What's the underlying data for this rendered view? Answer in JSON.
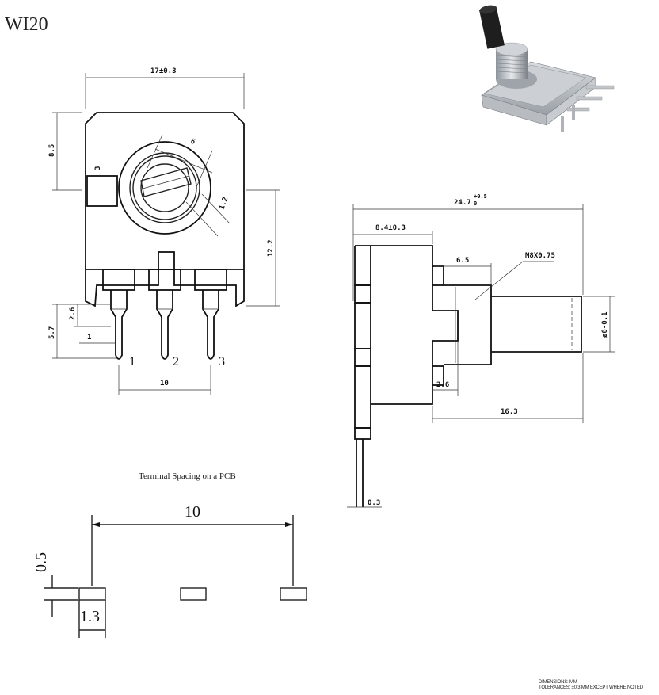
{
  "title": "WI20",
  "caption": "Terminal Spacing on a PCB",
  "footnote": {
    "line1": "DIMENSIONS: MM",
    "line2": "TOLERANCES: ±0.3 MM EXCEPT WHERE NOTED"
  },
  "front_view": {
    "width": "17±0.3",
    "upper_height": "8.5",
    "tab": "3",
    "shaft_dia": "6",
    "flat": "1.2",
    "lower_height": "12.2",
    "pin_top": "2.6",
    "pin_len": "5.7",
    "pin_w": "1",
    "pin_spacing": "10",
    "pins": [
      "1",
      "2",
      "3"
    ]
  },
  "side_view": {
    "total_len": "24.7",
    "total_tol": "+0.5",
    "total_tol2": "0",
    "body_len": "8.4±0.3",
    "bush_len": "6.5",
    "thread": "M8X0.75",
    "shaft_dia": "ø6-0.1",
    "bush_step": "2.6",
    "shaft_len": "16.3",
    "pin_thk": "0.3"
  },
  "pcb": {
    "spacing": "10",
    "pad_h": "0.5",
    "pad_w": "1.3"
  },
  "icons": {
    "product": "rotary-potentiometer-image"
  }
}
